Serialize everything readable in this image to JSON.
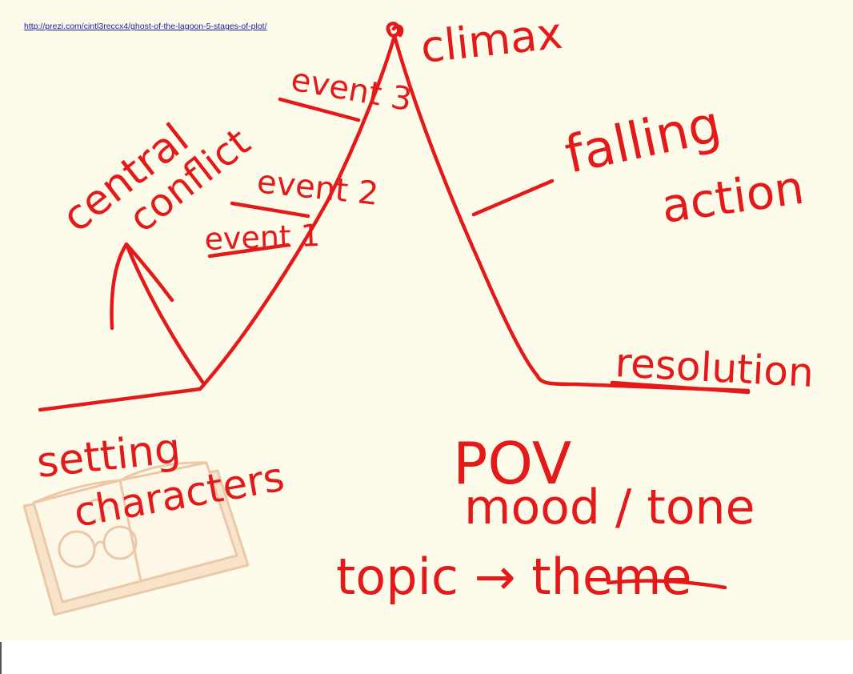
{
  "slide": {
    "source_link": "http://prezi.com/cintl3reccx4/ghost-of-the-lagoon-5-stages-of-plot/",
    "background": "#fdfcea",
    "ink_color": "#e41a1a",
    "book_color": "#e8a070",
    "labels": {
      "climax": "climax",
      "event_3": "event 3",
      "event_2": "event 2",
      "event_1": "event 1",
      "central_conflict_1": "central",
      "central_conflict_2": "conflict",
      "falling_action_1": "falling",
      "falling_action_2": "action",
      "resolution": "resolution",
      "setting": "setting",
      "characters": "characters",
      "pov": "POV",
      "mood_tone": "mood / tone",
      "topic_theme": "topic → theme"
    }
  }
}
